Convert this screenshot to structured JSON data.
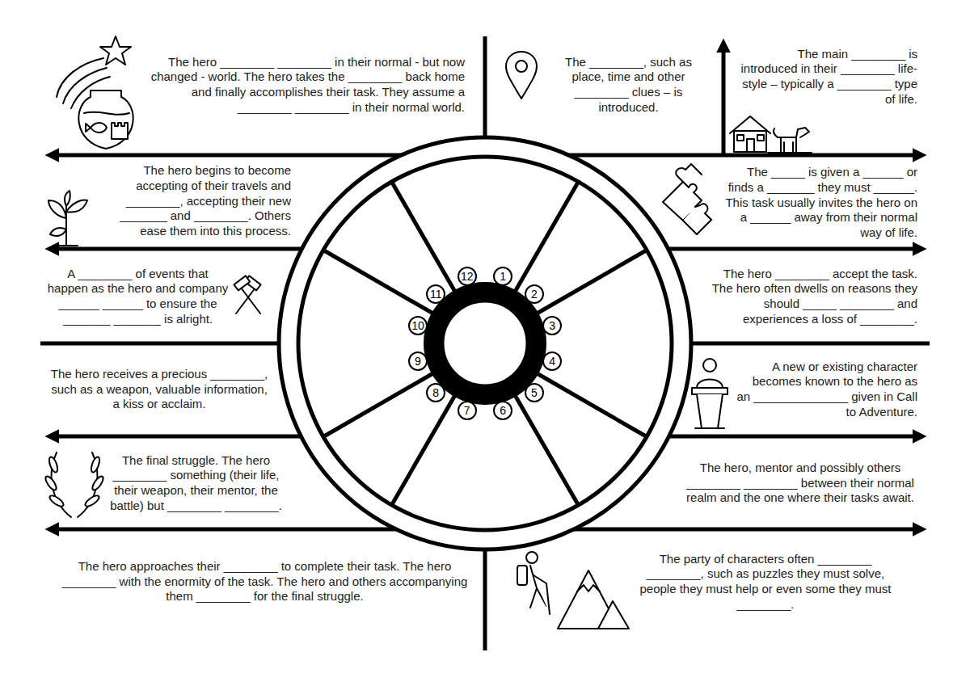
{
  "diagram": {
    "nodes": [
      {
        "text": [
          "1"
        ]
      },
      {
        "text": [
          "2"
        ]
      },
      {
        "text": [
          "3"
        ]
      },
      {
        "text": [
          "4"
        ]
      },
      {
        "text": [
          "5"
        ]
      },
      {
        "text": [
          "6"
        ]
      },
      {
        "text": [
          "7"
        ]
      },
      {
        "text": [
          "8"
        ]
      },
      {
        "text": [
          "9"
        ]
      },
      {
        "text": [
          "10"
        ]
      },
      {
        "text": [
          "11"
        ]
      },
      {
        "text": [
          "12"
        ]
      }
    ],
    "labels": [
      "The hero ________ ________ in their normal - but now changed - world. The hero takes the ________ back home and finally accomplishes their task. They assume a ________ ________ in their normal world.",
      "The ________, such as place, time and other ________ clues – is introduced.",
      "The main ________ is introduced in their ________ life-style – typically a ________ type of life.",
      "The _____ is given a ______ or finds a _______ they must ______. This task usually invites the hero on a ______ away from their normal way of life.",
      "The hero ________ accept the task. The hero often dwells on reasons they should _____ ________ and experiences a loss of ________.",
      "A new or existing character becomes known to the hero as an ______________ given in Call to Adventure.",
      "The hero, mentor and possibly others ________ ________ between their normal realm and the one where their tasks await.",
      "The party of characters often ________ ________, such as puzzles they must solve, people they must help or even some they must ________.",
      "The hero approaches their ________ to complete their task. The hero ________ with the enormity of the task. The hero and others accompanying them ________ for the final struggle.",
      "The final struggle. The hero ________ something (their life, their weapon, their mentor, the battle) but ________ ________.",
      "The hero receives a precious ________, such as a weapon, valuable information, a kiss or acclaim.",
      "A ________ of events that happen as the hero and company ______ ______ to ensure the _______ _______ is alright.",
      "The hero begins to become accepting of their travels and ________, accepting their new _______ and ________. Others ease them into this process."
    ]
  }
}
